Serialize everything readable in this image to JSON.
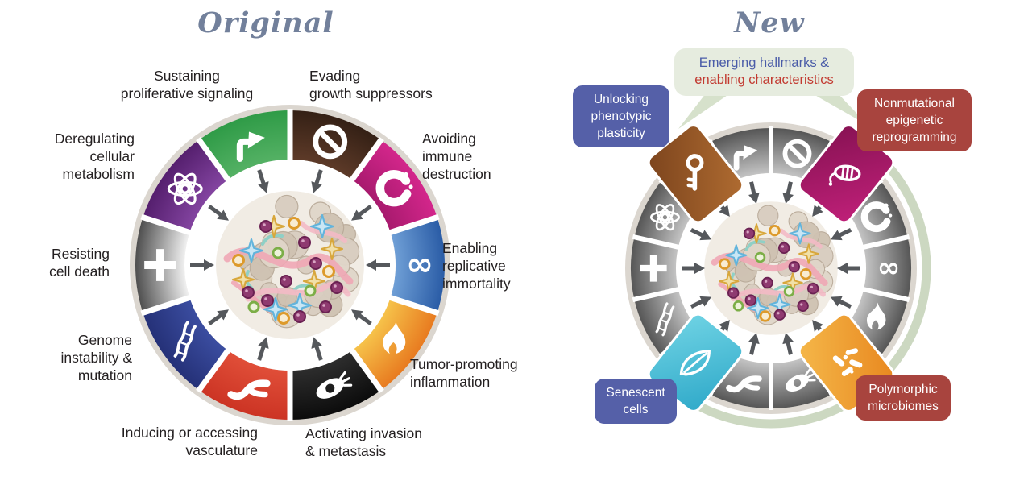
{
  "colors": {
    "title": "#72809b",
    "label": "#231f20",
    "arrow": "#55585c",
    "rim": "#dbd6cf",
    "ring": "#ccd8c1",
    "pointer": "#d6e1cb",
    "box_blue": "#5560a8",
    "box_red": "#a8443e",
    "emerging_bg": "#e6ecdf",
    "emerging_blue": "#4a5ca8",
    "emerging_red": "#c23a31"
  },
  "left_panel": {
    "title": "Original",
    "labels": {
      "sustaining": "Sustaining\nproliferative signaling",
      "evading": "Evading\ngrowth suppressors",
      "avoiding": "Avoiding\nimmune\ndestruction",
      "enabling": "Enabling\nreplicative\nimmortality",
      "tumor_promoting": "Tumor-promoting\ninflammation",
      "activating": "Activating invasion\n& metastasis",
      "inducing": "Inducing or accessing\nvasculature",
      "genome": "Genome\ninstability &\nmutation",
      "resisting": "Resisting\ncell death",
      "deregulating": "Deregulating\ncellular\nmetabolism"
    },
    "wheel": {
      "segments": [
        {
          "name": "sustaining-proliferative-signaling",
          "icon": "bent-arrow",
          "inner": "#54b164",
          "outer": "#2f9b47"
        },
        {
          "name": "evading-growth-suppressors",
          "icon": "no-sign",
          "inner": "#5d3a28",
          "outer": "#342015"
        },
        {
          "name": "avoiding-immune-destruction",
          "icon": "immune-cell",
          "inner": "#a81a6e",
          "outer": "#d3268b"
        },
        {
          "name": "enabling-replicative-immortality",
          "icon": "infinity",
          "inner": "#6f9fd6",
          "outer": "#2a5ca6"
        },
        {
          "name": "tumor-promoting-inflammation",
          "icon": "flame",
          "inner": "#f6c24a",
          "outer": "#e87b20"
        },
        {
          "name": "activating-invasion-metastasis",
          "icon": "invading-cell",
          "inner": "#2d2d2d",
          "outer": "#0c0c0c"
        },
        {
          "name": "inducing-accessing-vasculature",
          "icon": "vessel-branch",
          "inner": "#e04e38",
          "outer": "#cc3424"
        },
        {
          "name": "genome-instability-mutation",
          "icon": "dna",
          "inner": "#3b4da0",
          "outer": "#253178"
        },
        {
          "name": "resisting-cell-death",
          "icon": "cross",
          "inner": "#f0f0f0",
          "outer": "#4f4f4f"
        },
        {
          "name": "deregulating-cellular-metabolism",
          "icon": "atom",
          "inner": "#8344a0",
          "outer": "#551f6e"
        }
      ]
    }
  },
  "right_panel": {
    "title": "New",
    "emerging_box": {
      "line1": "Emerging hallmarks &",
      "line2": "enabling characteristics"
    },
    "corner_labels": {
      "unlocking": "Unlocking\nphenotypic\nplasticity",
      "nonmutational": "Nonmutational\nepigenetic\nreprogramming",
      "senescent": "Senescent\ncells",
      "polymorphic": "Polymorphic\nmicrobiomes"
    },
    "wheel": {
      "gray_inner": "#c3c3c3",
      "gray_outer": "#565656",
      "segments": [
        {
          "name": "evading-growth-suppressors",
          "icon": "no-sign"
        },
        {
          "name": "nonmutational-epigenetic-reprogramming",
          "icon": "epigenetic",
          "tile": true,
          "c1": "#871253",
          "c2": "#c02079",
          "rot": 39
        },
        {
          "name": "avoiding-immune-destruction",
          "icon": "immune-cell"
        },
        {
          "name": "enabling-replicative-immortality",
          "icon": "infinity"
        },
        {
          "name": "tumor-promoting-inflammation",
          "icon": "flame"
        },
        {
          "name": "polymorphic-microbiomes",
          "icon": "microbes",
          "tile": true,
          "c1": "#e8871f",
          "c2": "#f5b84a",
          "rot": 0
        },
        {
          "name": "activating-invasion-metastasis",
          "icon": "invading-cell"
        },
        {
          "name": "inducing-accessing-vasculature",
          "icon": "vessel-branch"
        },
        {
          "name": "senescent-cells",
          "icon": "leaf",
          "tile": true,
          "c1": "#2fa9c9",
          "c2": "#6fd3e4",
          "rot": 0
        },
        {
          "name": "genome-instability-mutation",
          "icon": "dna"
        },
        {
          "name": "resisting-cell-death",
          "icon": "cross"
        },
        {
          "name": "deregulating-cellular-metabolism",
          "icon": "atom"
        },
        {
          "name": "unlocking-phenotypic-plasticity",
          "icon": "key",
          "tile": true,
          "c1": "#7c441d",
          "c2": "#b06c31",
          "rot": -39
        },
        {
          "name": "sustaining-proliferative-signaling",
          "icon": "bent-arrow"
        }
      ]
    }
  }
}
